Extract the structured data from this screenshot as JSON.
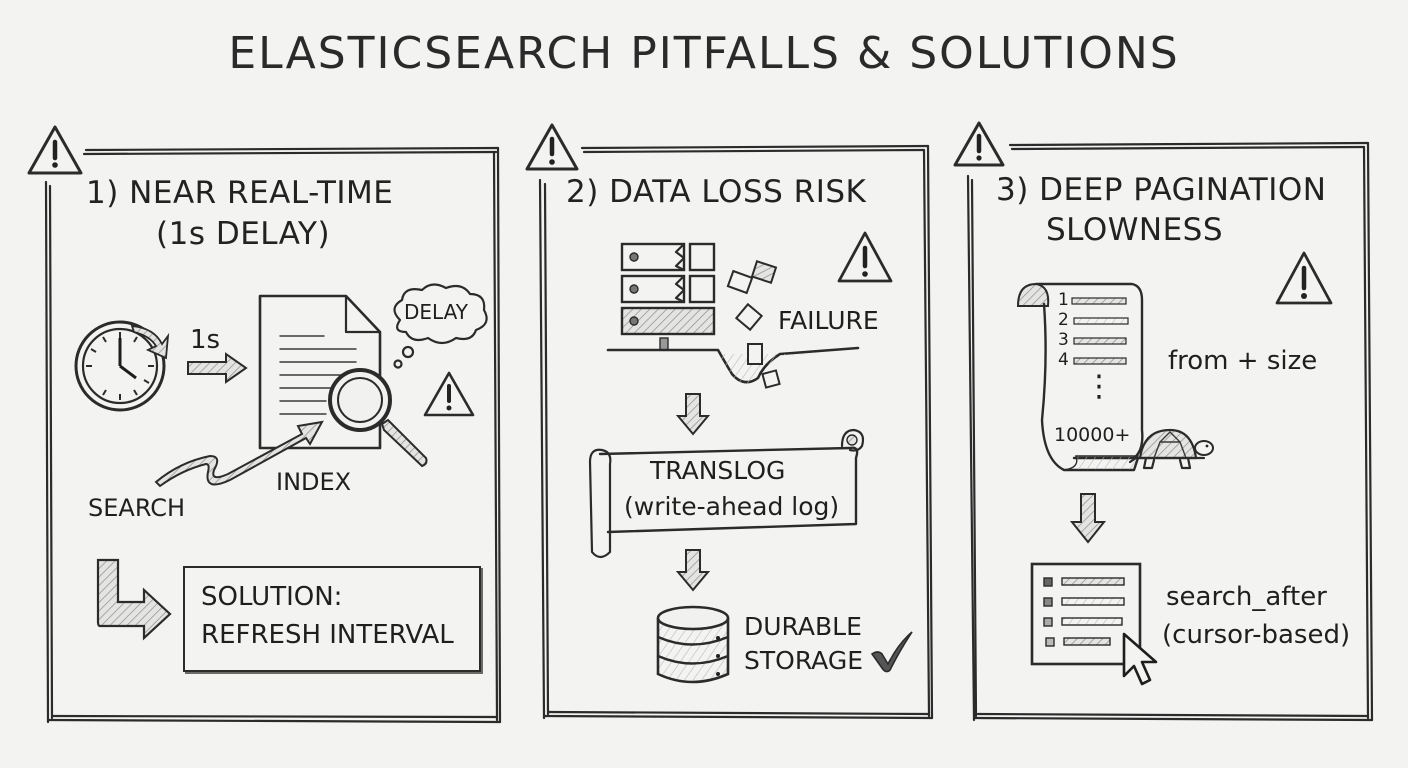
{
  "title": "ELASTICSEARCH PITFALLS & SOLUTIONS",
  "colors": {
    "background": "#f3f3f2",
    "ink": "#2b2b2b",
    "hatch": "#9a9a9a"
  },
  "panels": [
    {
      "number": "1)",
      "title_line1": "1) NEAR REAL-TIME",
      "title_line2": "(1s DELAY)",
      "icons": [
        "warning-icon",
        "clock-icon",
        "arrow-right-icon",
        "document-icon",
        "magnifier-icon",
        "thought-bubble-icon",
        "warning-icon",
        "squiggle-arrow-icon",
        "bent-arrow-icon"
      ],
      "labels": {
        "interval": "1s",
        "bubble": "DELAY",
        "index": "INDEX",
        "search": "SEARCH"
      },
      "solution_line1": "SOLUTION:",
      "solution_line2": "REFRESH INTERVAL"
    },
    {
      "number": "2)",
      "title_line1": "2) DATA LOSS RISK",
      "icons": [
        "warning-icon",
        "server-rack-icon",
        "falling-documents-icon",
        "warning-icon",
        "arrow-down-icon",
        "scroll-icon",
        "arrow-down-icon",
        "database-icon",
        "checkmark-icon"
      ],
      "labels": {
        "failure": "FAILURE",
        "translog_line1": "TRANSLOG",
        "translog_line2": "(write-ahead log)",
        "storage_line1": "DURABLE",
        "storage_line2": "STORAGE"
      }
    },
    {
      "number": "3)",
      "title_line1": "3) DEEP PAGINATION",
      "title_line2": "SLOWNESS",
      "icons": [
        "warning-icon",
        "scroll-list-icon",
        "turtle-icon",
        "warning-icon",
        "arrow-down-icon",
        "list-window-icon",
        "cursor-icon"
      ],
      "labels": {
        "rows": [
          "1",
          "2",
          "3",
          "4"
        ],
        "ellipsis": "⋮",
        "big_number": "10000+",
        "method": "from + size",
        "solution_line1": "search_after",
        "solution_line2": "(cursor-based)"
      }
    }
  ]
}
